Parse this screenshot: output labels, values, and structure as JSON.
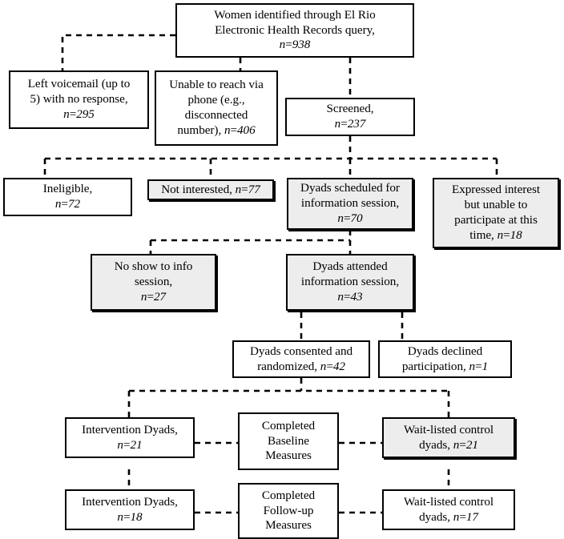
{
  "figure": {
    "type": "flowchart",
    "subject": "CONSORT-style participant recruitment and retention flow diagram",
    "line_style": "dashed",
    "colors": {
      "box_border": "#000000",
      "box_fill": "#ffffff",
      "shaded_fill": "#ededed",
      "text": "#000000",
      "connector": "#000000"
    }
  },
  "nodes": {
    "identified": {
      "text": "Women identified through El Rio\nElectronic Health Records query,\nn=938",
      "n": 938
    },
    "voicemail": {
      "text": "Left voicemail (up to\n5) with no response,\nn=295",
      "n": 295
    },
    "unable_phone": {
      "text": "Unable to reach via\nphone (e.g.,\ndisconnected\nnumber), n=406",
      "n": 406
    },
    "screened": {
      "text": "Screened,\nn=237",
      "n": 237
    },
    "ineligible": {
      "text": "Ineligible,\nn=72",
      "n": 72
    },
    "not_interested": {
      "text": "Not interested, n=77",
      "n": 77
    },
    "scheduled": {
      "text": "Dyads scheduled for\ninformation session,\nn=70",
      "n": 70
    },
    "expressed": {
      "text": "Expressed interest\nbut unable to\nparticipate at this\ntime, n=18",
      "n": 18
    },
    "no_show": {
      "text": "No show to info\nsession,\nn=27",
      "n": 27
    },
    "attended": {
      "text": "Dyads attended\ninformation session,\nn=43",
      "n": 43
    },
    "consented": {
      "text": "Dyads consented and\nrandomized, n=42",
      "n": 42
    },
    "declined": {
      "text": "Dyads declined\nparticipation, n=1",
      "n": 1
    },
    "interv_base": {
      "text": "Intervention Dyads,\nn=21",
      "n": 21
    },
    "baseline": {
      "text": "Completed\nBaseline\nMeasures"
    },
    "wait_base": {
      "text": "Wait-listed control\ndyads, n=21",
      "n": 21
    },
    "interv_follow": {
      "text": "Intervention Dyads,\nn=18",
      "n": 18
    },
    "followup": {
      "text": "Completed\nFollow-up\nMeasures"
    },
    "wait_follow": {
      "text": "Wait-listed control\ndyads, n=17",
      "n": 17
    }
  },
  "chart_data": {
    "type": "flow",
    "title": "Participant recruitment and retention flow",
    "stages": [
      {
        "label": "Women identified through El Rio Electronic Health Records query",
        "value": 938
      },
      {
        "label": "Left voicemail (up to 5) with no response",
        "value": 295
      },
      {
        "label": "Unable to reach via phone (e.g., disconnected number)",
        "value": 406
      },
      {
        "label": "Screened",
        "value": 237
      },
      {
        "label": "Ineligible",
        "value": 72
      },
      {
        "label": "Not interested",
        "value": 77
      },
      {
        "label": "Dyads scheduled for information session",
        "value": 70
      },
      {
        "label": "Expressed interest but unable to participate at this time",
        "value": 18
      },
      {
        "label": "No show to info session",
        "value": 27
      },
      {
        "label": "Dyads attended information session",
        "value": 43
      },
      {
        "label": "Dyads consented and randomized",
        "value": 42
      },
      {
        "label": "Dyads declined participation",
        "value": 1
      },
      {
        "label": "Intervention Dyads (baseline)",
        "value": 21
      },
      {
        "label": "Wait-listed control dyads (baseline)",
        "value": 21
      },
      {
        "label": "Intervention Dyads (follow-up)",
        "value": 18
      },
      {
        "label": "Wait-listed control dyads (follow-up)",
        "value": 17
      }
    ]
  }
}
